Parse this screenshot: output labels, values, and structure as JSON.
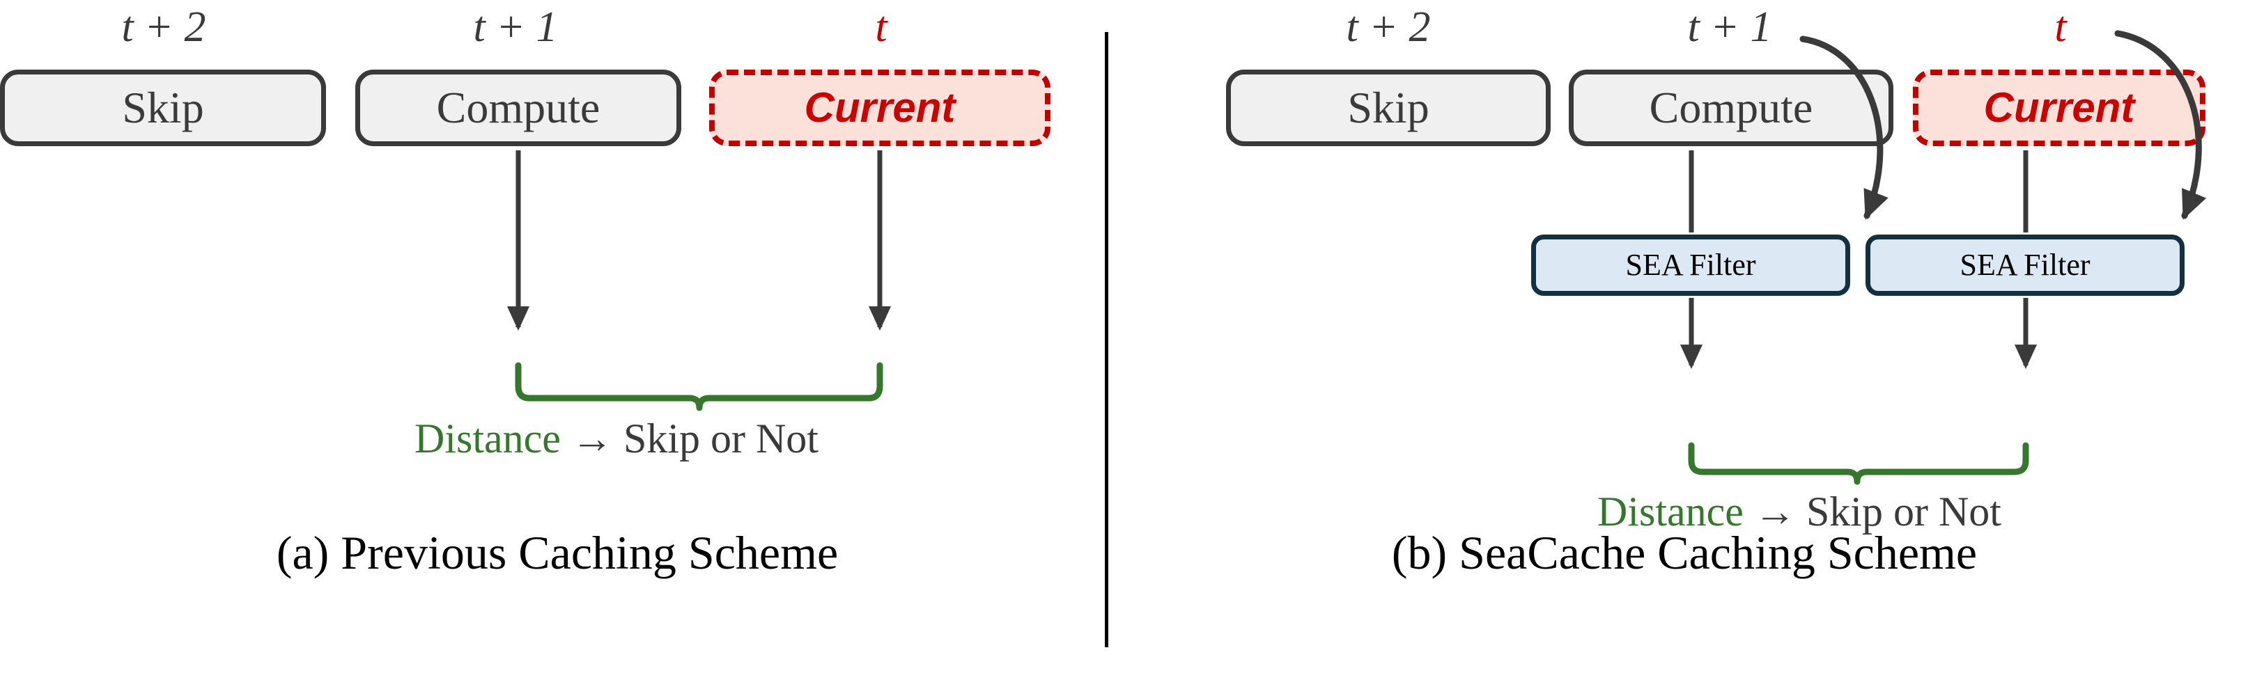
{
  "figure": {
    "background": "#ffffff",
    "divider_color": "#000000"
  },
  "colors": {
    "grey_box_fill": "#f0f0f0",
    "grey_box_border": "#3a3a3a",
    "current_fill": "#fbe1d9",
    "current_border": "#c00000",
    "current_text": "#cc0000",
    "filter_fill": "#dce9f5",
    "filter_border": "#12303f",
    "brace_green": "#35772c",
    "arrow_dark": "#3a3a3a",
    "caption_black": "#000000"
  },
  "panel_a": {
    "labels": {
      "t_plus_2": "t + 2",
      "t_plus_1": "t + 1",
      "t": "t"
    },
    "boxes": [
      {
        "label": "Skip",
        "style": "grey"
      },
      {
        "label": "Compute",
        "style": "grey"
      },
      {
        "label": "Current",
        "style": "current"
      }
    ],
    "distance_line": {
      "metric": "Distance",
      "arrow": "→",
      "outcome": "Skip or Not"
    },
    "caption": "(a) Previous Caching Scheme"
  },
  "panel_b": {
    "labels": {
      "t_plus_2": "t + 2",
      "t_plus_1": "t + 1",
      "t": "t"
    },
    "boxes": [
      {
        "label": "Skip",
        "style": "grey"
      },
      {
        "label": "Compute",
        "style": "grey"
      },
      {
        "label": "Current",
        "style": "current"
      }
    ],
    "filters": [
      {
        "label": "SEA Filter"
      },
      {
        "label": "SEA Filter"
      }
    ],
    "distance_line": {
      "metric": "Distance",
      "arrow": "→",
      "outcome": "Skip or Not"
    },
    "caption": "(b) SeaCache Caching Scheme"
  }
}
